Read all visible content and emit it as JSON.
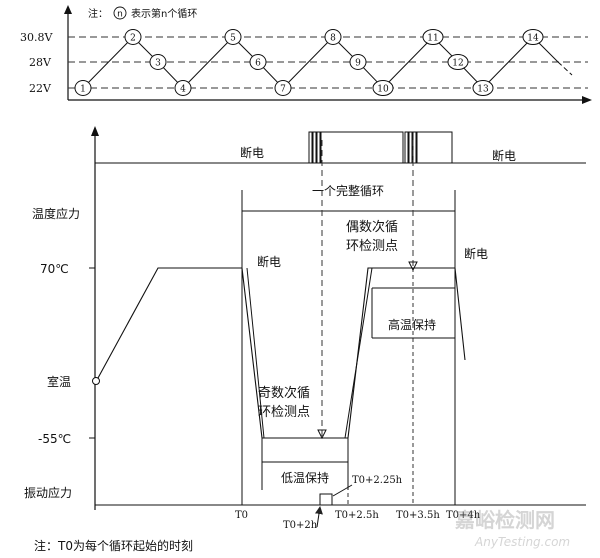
{
  "cycle_panel": {
    "note_prefix": "注：",
    "note_symbol": "n",
    "note_text": "表示第n个循环",
    "voltage_levels": [
      "30.8V",
      "28V",
      "22V"
    ],
    "markers": [
      {
        "label": "1"
      },
      {
        "label": "2"
      },
      {
        "label": "3"
      },
      {
        "label": "4"
      },
      {
        "label": "5"
      },
      {
        "label": "6"
      },
      {
        "label": "7"
      },
      {
        "label": "8"
      },
      {
        "label": "9"
      },
      {
        "label": "10"
      },
      {
        "label": "11"
      },
      {
        "label": "12"
      },
      {
        "label": "13"
      },
      {
        "label": "14"
      }
    ]
  },
  "profile": {
    "power_off_left": "断电",
    "power_off_right": "断电",
    "full_cycle": "一个完整循环",
    "temp_stress": "温度应力",
    "temp_high": "70℃",
    "power_off_mid_left": "断电",
    "power_off_mid_right": "断电",
    "even_check": "偶数次循\n环检测点",
    "high_hold": "高温保持",
    "room_temp": "室温",
    "odd_check": "奇数次循\n环检测点",
    "temp_low": "-55℃",
    "low_hold": "低温保持",
    "vibration": "振动应力",
    "t_0": "T0",
    "t_2": "T0+2h",
    "t_225": "T0+2.25h",
    "t_25": "T0+2.5h",
    "t_35": "T0+3.5h",
    "t_4": "T0+4h",
    "footnote": "注：T0为每个循环起始的时刻"
  },
  "watermark": {
    "cn": "嘉峪检测网",
    "en": "AnyTesting.com"
  }
}
